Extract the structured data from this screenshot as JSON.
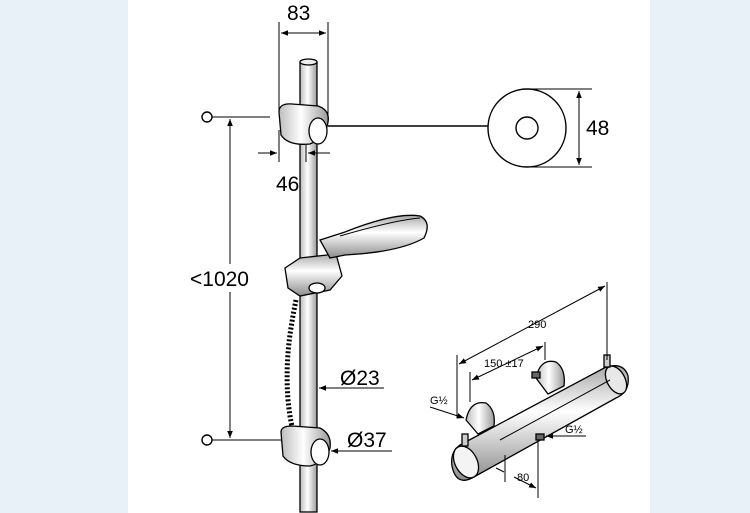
{
  "dimensions": {
    "bar_width": "83",
    "holder_depth": "46",
    "rose_diameter": "48",
    "bar_length": "<1020",
    "bar_diameter": "Ø23",
    "holder_diameter": "Ø37",
    "mixer_length": "290",
    "center_distance": "150 ±17",
    "inlet_left": "G½",
    "outlet": "G½",
    "outlet_offset": "80"
  }
}
